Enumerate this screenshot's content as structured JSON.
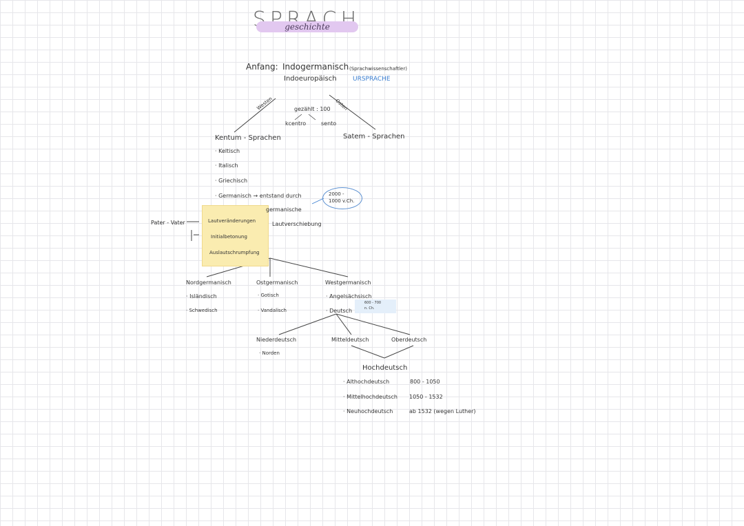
{
  "title": {
    "main": "SPRACH",
    "sub": "geschichte"
  },
  "anfang": {
    "label": "Anfang:",
    "value": "Indogermanisch",
    "note": "(Sprachwissenschaftler)",
    "alt": "Indoeuropäisch",
    "urs": "URSPRACHE"
  },
  "split": {
    "left_arrow_label": "Westen",
    "right_arrow_label": "Osten",
    "middle": "gezählt : 100",
    "left_word": "kcentro",
    "right_word": "sento"
  },
  "kentum": {
    "title": "Kentum - Sprachen",
    "items": [
      "Keltisch",
      "Italisch",
      "Griechisch",
      "Germanisch → entstand durch"
    ]
  },
  "satem": {
    "title": "Satem - Sprachen"
  },
  "oval_text": {
    "line1": "2000 -",
    "line2": "1000 v.Ch."
  },
  "germanische": {
    "line1": "germanische",
    "line2": "Lautverschiebung"
  },
  "yellow_box": {
    "items": [
      "Lautveränderungen",
      "Initialbetonung",
      "Auslautschrumpfung"
    ]
  },
  "vater": "Pater - Vater",
  "nordgermanisch": {
    "title": "Nordgermanisch",
    "items": [
      "Isländisch",
      "Schwedisch"
    ]
  },
  "ostgermanisch": {
    "title": "Ostgermanisch",
    "items": [
      "Gotisch",
      "Vandalisch"
    ]
  },
  "westgermanisch": {
    "title": "Westgermanisch",
    "items": [
      "Angelsächsisch",
      "Deutsch"
    ]
  },
  "date_note": {
    "line1": "600 - 700",
    "line2": "n. Ch."
  },
  "subdivisions": {
    "nieder": "Niederdeutsch",
    "norden": "Norden",
    "mittel": "Mitteldeutsch",
    "ober": "Oberdeutsch"
  },
  "hochdeutsch": {
    "title": "Hochdeutsch",
    "items": [
      {
        "name": "Althochdeutsch",
        "range": "800 - 1050"
      },
      {
        "name": "Mittelhochdeutsch",
        "range": "1050 - 1532"
      },
      {
        "name": "Neuhochdeutsch",
        "range": "ab 1532 (wegen Luther)"
      }
    ]
  }
}
